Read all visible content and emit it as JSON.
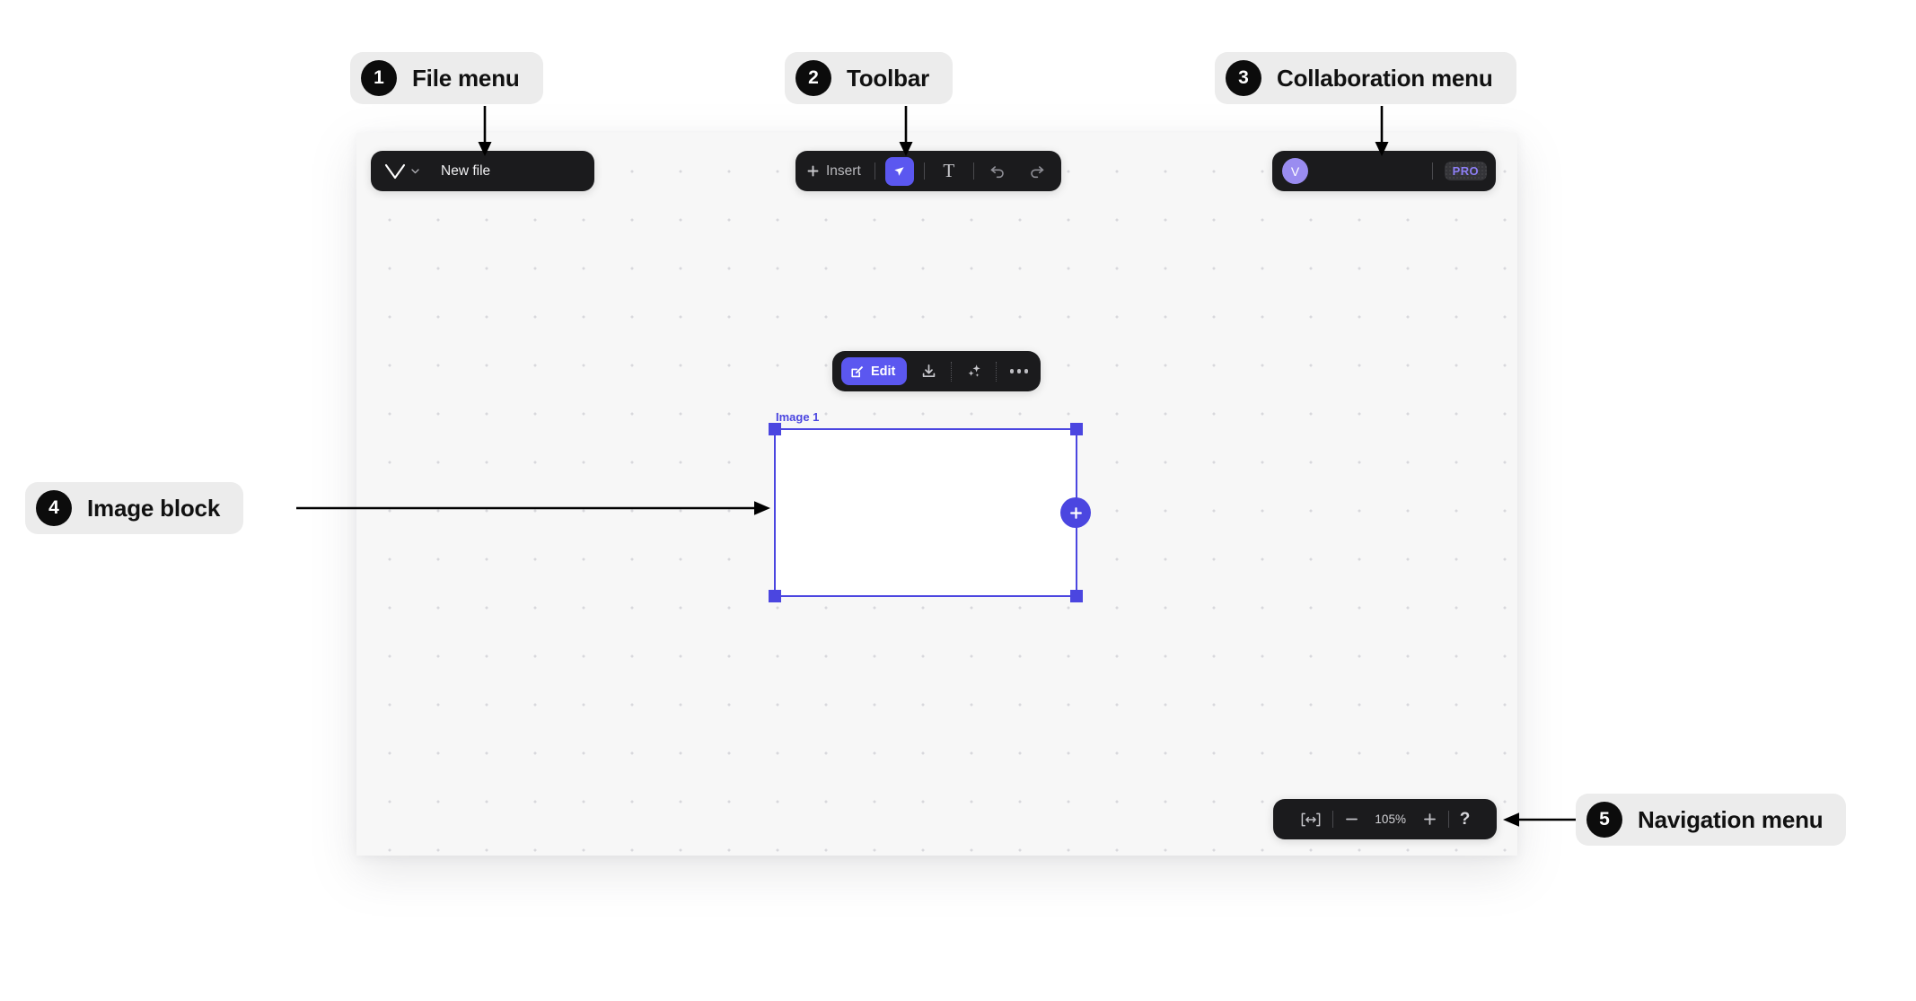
{
  "callouts": [
    {
      "num": "1",
      "label": "File menu"
    },
    {
      "num": "2",
      "label": "Toolbar"
    },
    {
      "num": "3",
      "label": "Collaboration menu"
    },
    {
      "num": "4",
      "label": "Image block"
    },
    {
      "num": "5",
      "label": "Navigation menu"
    }
  ],
  "file_menu": {
    "logo_icon": "chevron-logo-icon",
    "dropdown_icon": "chevron-down-icon",
    "file_name": "New file"
  },
  "toolbar": {
    "insert_label": "Insert",
    "plus_icon": "plus-icon",
    "select_icon": "cursor-arrow-icon",
    "text_icon": "text-tool-icon",
    "text_glyph": "T",
    "undo_icon": "undo-icon",
    "redo_icon": "redo-icon"
  },
  "collaboration": {
    "avatar_initial": "V",
    "avatar_color": "#9a8cf0",
    "pro_label": "PRO",
    "pro_text_color": "#8d7ef5"
  },
  "block_toolbar": {
    "edit_label": "Edit",
    "edit_icon": "pencil-square-icon",
    "download_icon": "download-icon",
    "ai_icon": "sparkles-icon",
    "more_icon": "more-horizontal-icon",
    "accent_color": "#5b57f0"
  },
  "image_block": {
    "label": "Image 1",
    "selection_color": "#4b46e0",
    "add_icon": "plus-circle-icon"
  },
  "navigation": {
    "fit_icon": "fit-to-width-icon",
    "zoom_out_icon": "minus-icon",
    "zoom_level": "105%",
    "zoom_in_icon": "plus-icon",
    "help_label": "?"
  },
  "canvas": {
    "background_color": "#f7f7f7",
    "dot_color": "#d8d8dc"
  }
}
